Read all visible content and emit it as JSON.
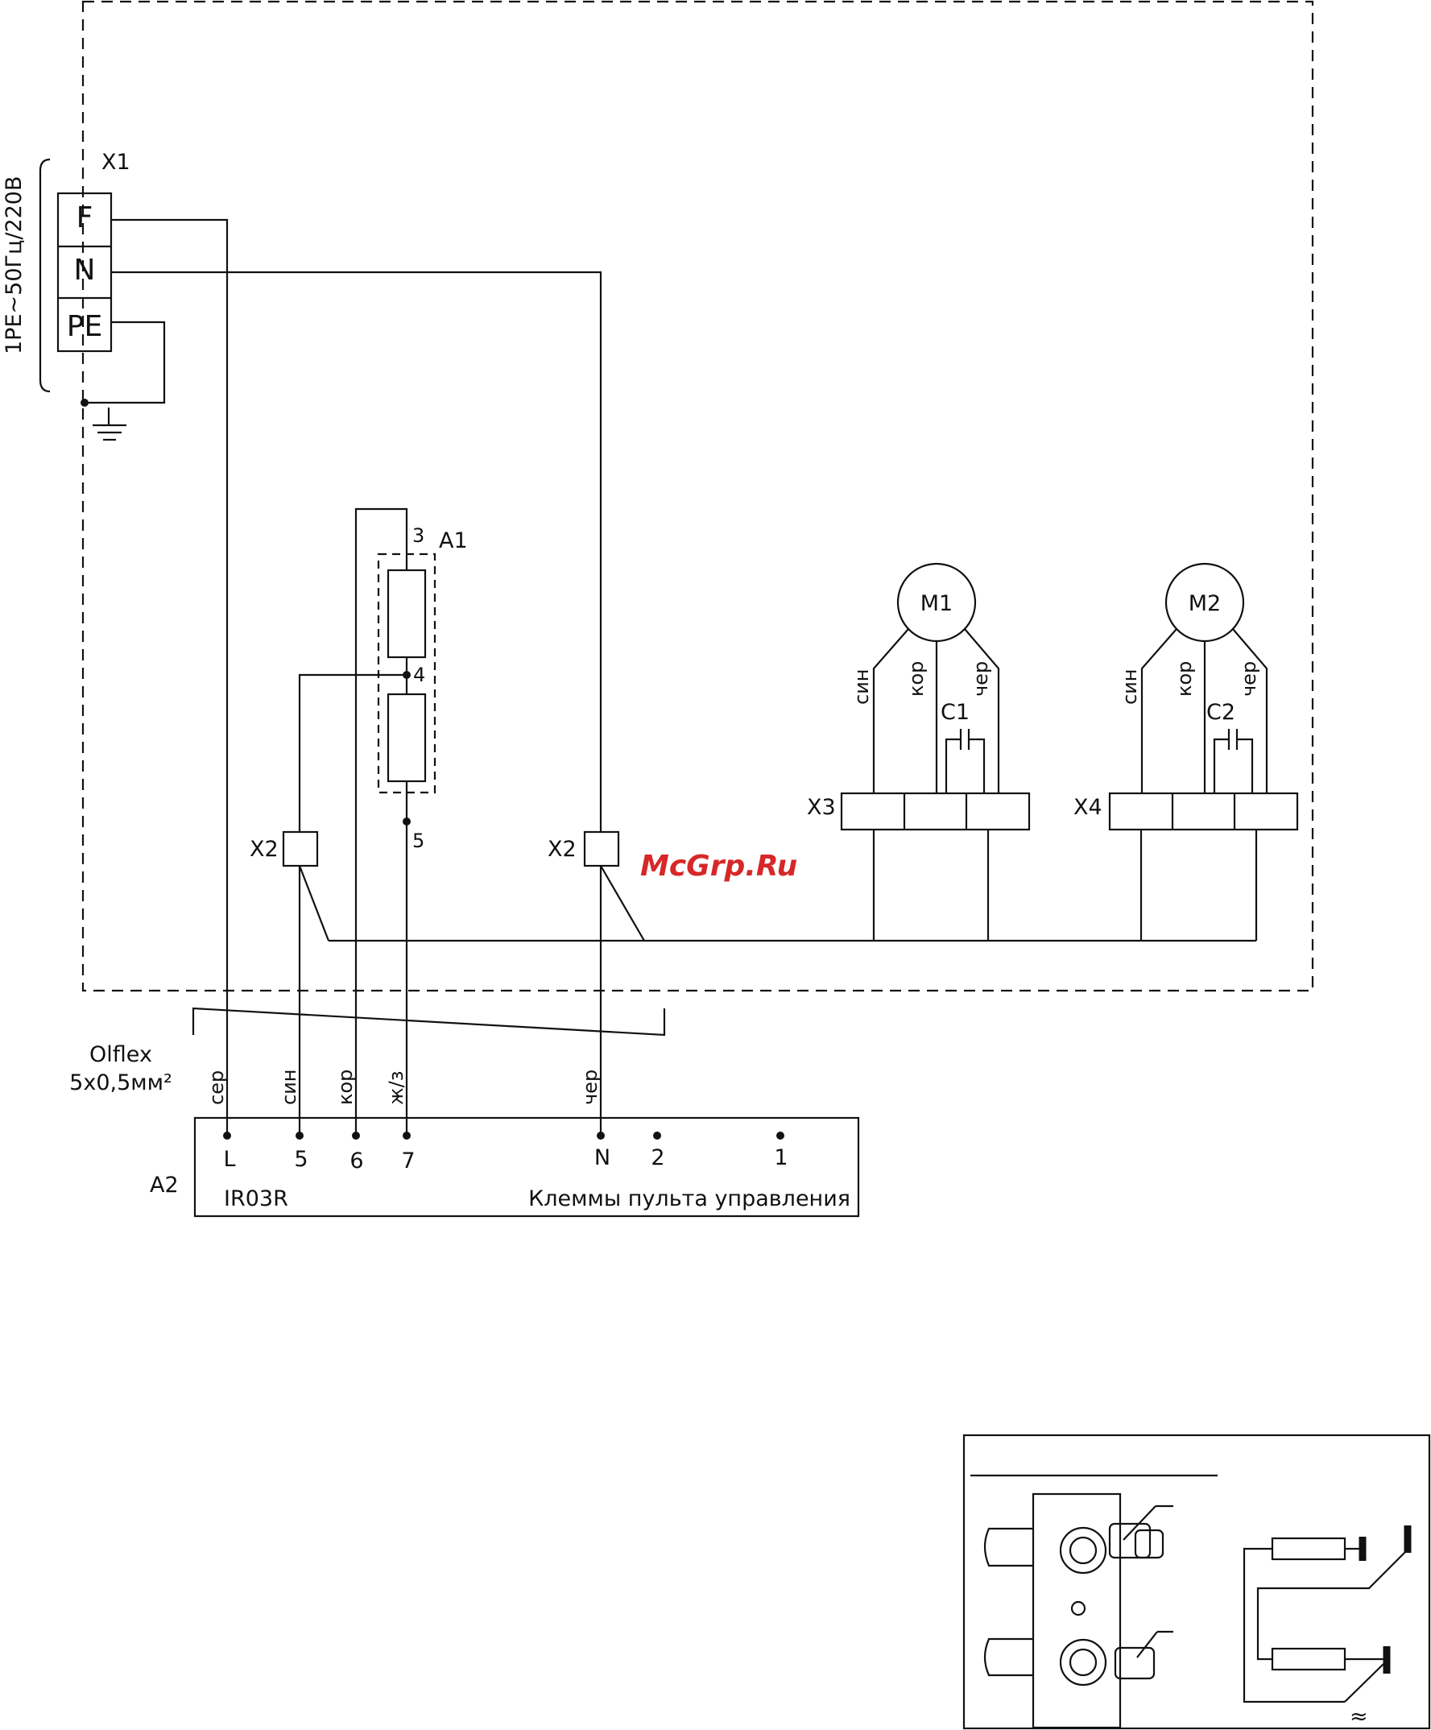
{
  "supply": {
    "label": "1PE~50Гц/220В"
  },
  "x1": {
    "label": "X1",
    "terminals": [
      "F",
      "N",
      "PE"
    ]
  },
  "a1": {
    "label": "A1",
    "pins": [
      "3",
      "4",
      "5"
    ]
  },
  "x2": {
    "left": "X2",
    "right": "X2"
  },
  "motors": {
    "m1": {
      "label": "M1",
      "cap": "C1",
      "connector": "X3",
      "wires": [
        "син",
        "кор",
        "чер"
      ]
    },
    "m2": {
      "label": "M2",
      "cap": "C2",
      "connector": "X4",
      "wires": [
        "син",
        "кор",
        "чер"
      ]
    }
  },
  "watermark": "McGrp.Ru",
  "cable": {
    "line1": "Olflex",
    "line2": "5х0,5мм²"
  },
  "cable_wires": [
    "сер",
    "син",
    "кор",
    "ж/з",
    "чер"
  ],
  "a2": {
    "label": "A2",
    "model": "IR03R",
    "caption": "Клеммы пульта управления",
    "terminals": [
      "L",
      "5",
      "6",
      "7",
      "N",
      "2",
      "1"
    ]
  },
  "inset": {
    "symbol": "≈"
  }
}
